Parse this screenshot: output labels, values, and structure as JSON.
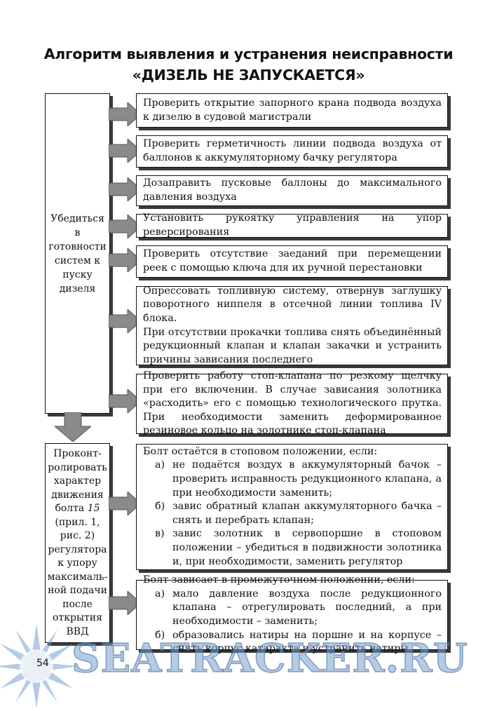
{
  "title": {
    "line1": "Алгоритм выявления и устранения неисправности",
    "line2": "«ДИЗЕЛЬ НЕ ЗАПУСКАЕТСЯ»"
  },
  "left_boxes": {
    "readiness": "Убедиться в готовности систем к пуску дизеля",
    "control_l1": "Проконт-",
    "control_l2": "ролировать",
    "control_l3": "характер",
    "control_l4": "движения",
    "control_l5a": "болта ",
    "control_l5b": "15",
    "control_l6": "(прил. 1,",
    "control_l7": "рис. 2)",
    "control_l8": "регулятора",
    "control_l9": "к упору",
    "control_l10": "максималь-",
    "control_l11": "ной подачи",
    "control_l12": "после",
    "control_l13": "открытия",
    "control_l14": "ВВД"
  },
  "steps": [
    "Проверить открытие запорного крана подвода воздуха к дизелю в судовой магистрали",
    "Проверить герметичность линии подвода воздуха от баллонов к аккумуляторному бачку регулятора",
    "Дозаправить пусковые баллоны до максимального давления воздуха",
    "Установить рукоятку управления на упор реверсирования",
    "Проверить отсутствие заеданий при перемещении реек с помощью  ключа для их ручной перестановки",
    {
      "p1": "Опрессовать топливную систему, отвернув заглушку поворотного ниппеля в отсечной линии топлива IV блока.",
      "p2": "При отсутствии прокачки топлива снять объединённый редукционный клапан и клапан закачки и устранить причины зависания последнего"
    },
    "Проверить работу стоп-клапана по резкому щелчку при его включении. В случае зависания золотника «расходить» его с помощью технологического прутка. При необходимости заменить деформированное резиновое кольцо на золотнике стоп-клапана"
  ],
  "case_stop": {
    "heading": "Болт остаётся в стоповом положении, если:",
    "items": [
      {
        "marker": "а)",
        "text": "не подаётся воздух в аккумуляторный бачок – проверить исправность редукционного клапана, а при необходимости заменить;"
      },
      {
        "marker": "б)",
        "text": "завис обратный клапан аккумуляторного бачка – снять и перебрать клапан;"
      },
      {
        "marker": "в)",
        "text": "завис золотник в сервопоршне в стоповом положении – убедиться в подвижности золотника и, при необходимости, заменить регулятор"
      }
    ]
  },
  "case_mid": {
    "heading": "Болт зависает в промежуточном положении, если:",
    "items": [
      {
        "marker": "а)",
        "text": "мало давление воздуха после редукционного клапана – отрегулировать последний, а при необходимости – заменить;"
      },
      {
        "marker": "б)",
        "text": "образовались натиры на поршне и на корпусе – снять корпус катаракта и устранить натиры"
      }
    ]
  },
  "page_number": "54",
  "watermark": "SEATRACKER.RU",
  "colors": {
    "ink": "#111111",
    "shadow": "#3a3a3a",
    "arrow_fill": "#8a8a8a",
    "watermark": "#78a0cd"
  }
}
